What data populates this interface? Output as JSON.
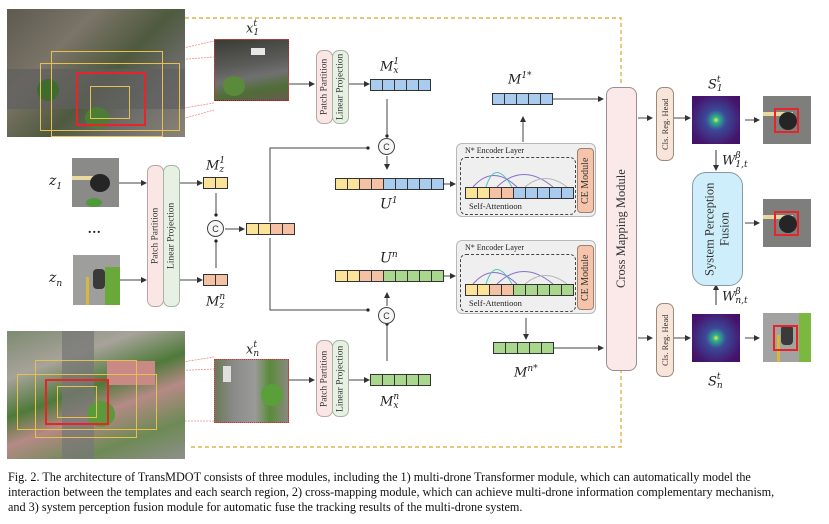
{
  "figure": {
    "inputs": {
      "search_frame_1_label": "x_1^t",
      "search_frame_n_label": "x_n^t",
      "template_1_label": "z_1",
      "template_n_label": "z_n",
      "ellipsis": "..."
    },
    "embedding": {
      "patch_partition": "Patch Partition",
      "linear_projection": "Linear Projection"
    },
    "tokens": {
      "mz1_label": "M_z^1",
      "mzn_label": "M_z^n",
      "mx1_label": "M_x^1",
      "mxn_label": "M_x^n",
      "u1_label": "U^1",
      "un_label": "U^n",
      "m1star_label": "M^{1*}",
      "mnstar_label": "M^{n*}",
      "concat_symbol": "C"
    },
    "encoder": {
      "title": "N* Encoder Layer",
      "self_attention": "Self-Attentioon",
      "ce_module": "CE Module"
    },
    "cross_mapping": "Cross Mapping Module",
    "heads": {
      "head_label": "Cls. Reg. Head",
      "s1_label": "S_1^t",
      "sn_label": "S_n^t",
      "w1_label": "W_{1,t}^β",
      "wn_label": "W_{n,t}^β"
    },
    "fusion": "System Perception Fusion",
    "colors": {
      "template_token": "#fbe39a",
      "template_token_n": "#f5c1a4",
      "search_token_1": "#a9cbee",
      "search_token_n": "#a9d78d",
      "dashed_border": "#e0b24a",
      "crop_border": "#e8232a"
    }
  },
  "caption": {
    "line1": "Fig. 2.  The architecture of TransMDOT consists of three modules, including the 1) multi-drone Transformer module, which can automatically model the",
    "line2": "interaction between the templates and each search region, 2) cross-mapping module, which can achieve multi-drone information complementary mechanism,",
    "line3": "and 3) system perception fusion module for automatic fuse the tracking results of the multi-drone system."
  }
}
